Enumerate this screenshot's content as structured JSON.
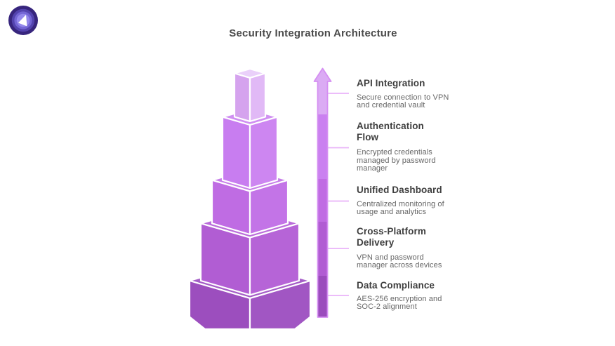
{
  "title": {
    "text": "Security Integration Architecture",
    "color": "#4a4a4a"
  },
  "logo": {
    "name": "brand-logo",
    "colors": {
      "ring1": "#37257d",
      "ring2": "#5343ae",
      "ring3": "#7466d5",
      "ring4": "#9488ec",
      "mark": "#ffffff"
    }
  },
  "axis": {
    "border_color": "#d58ff2",
    "tick_color": "#e9b2f9"
  },
  "pyramid": {
    "stroke": "#ffffff",
    "levels": [
      {
        "label": "API Integration",
        "description": "Secure connection to VPN\nand credential vault",
        "colors": {
          "top": "#ead0fa",
          "left": "#d5a3ee",
          "right": "#e1b9f6",
          "arrow": "#dbabf4"
        }
      },
      {
        "label": "Authentication\nFlow",
        "description": "Encrypted credentials\nmanaged by password\nmanager",
        "colors": {
          "top": "#d08ff2",
          "left": "#c87df0",
          "right": "#cd86f1",
          "arrow": "#ca80f0"
        }
      },
      {
        "label": "Unified Dashboard",
        "description": "Centralized monitoring of\nusage and analytics",
        "colors": {
          "top": "#c77ee9",
          "left": "#bf6ce3",
          "right": "#c374e7",
          "arrow": "#c06ce3"
        }
      },
      {
        "label": "Cross-Platform\nDelivery",
        "description": "VPN and password\nmanager across devices",
        "colors": {
          "top": "#ba6cda",
          "left": "#b15dd3",
          "right": "#b664d7",
          "arrow": "#b15cd3"
        }
      },
      {
        "label": "Data Compliance",
        "description": "AES-256 encryption and\nSOC-2 alignment",
        "colors": {
          "top": "#a55dc7",
          "left": "#9c4ebe",
          "right": "#a156c3",
          "arrow": "#9b4cbd"
        }
      }
    ]
  }
}
